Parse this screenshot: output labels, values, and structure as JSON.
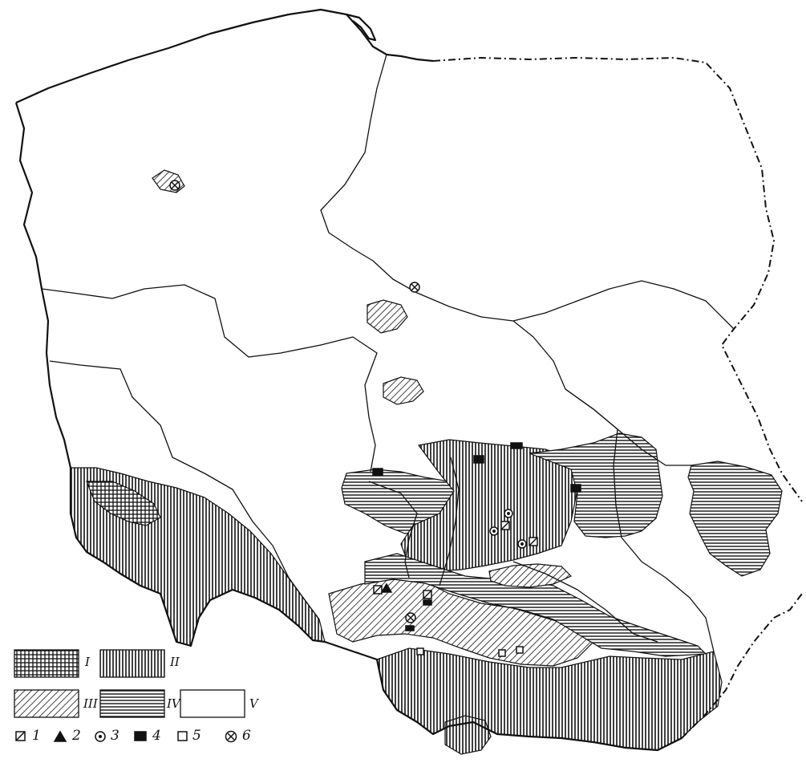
{
  "legend": {
    "zones": [
      {
        "label": "I",
        "pattern": "crosshatch"
      },
      {
        "label": "II",
        "pattern": "vertical"
      },
      {
        "label": "III",
        "pattern": "diagonal"
      },
      {
        "label": "IV",
        "pattern": "horizontal"
      },
      {
        "label": "V",
        "pattern": "blank"
      }
    ],
    "symbols": [
      {
        "label": "1",
        "icon": "square-slash-icon"
      },
      {
        "label": "2",
        "icon": "filled-triangle-icon"
      },
      {
        "label": "3",
        "icon": "circle-dot-icon"
      },
      {
        "label": "4",
        "icon": "filled-rectangle-icon"
      },
      {
        "label": "5",
        "icon": "small-square-icon"
      },
      {
        "label": "6",
        "icon": "circle-cross-icon"
      }
    ]
  },
  "colors": {
    "ink": "#111111",
    "paper": "#ffffff"
  }
}
